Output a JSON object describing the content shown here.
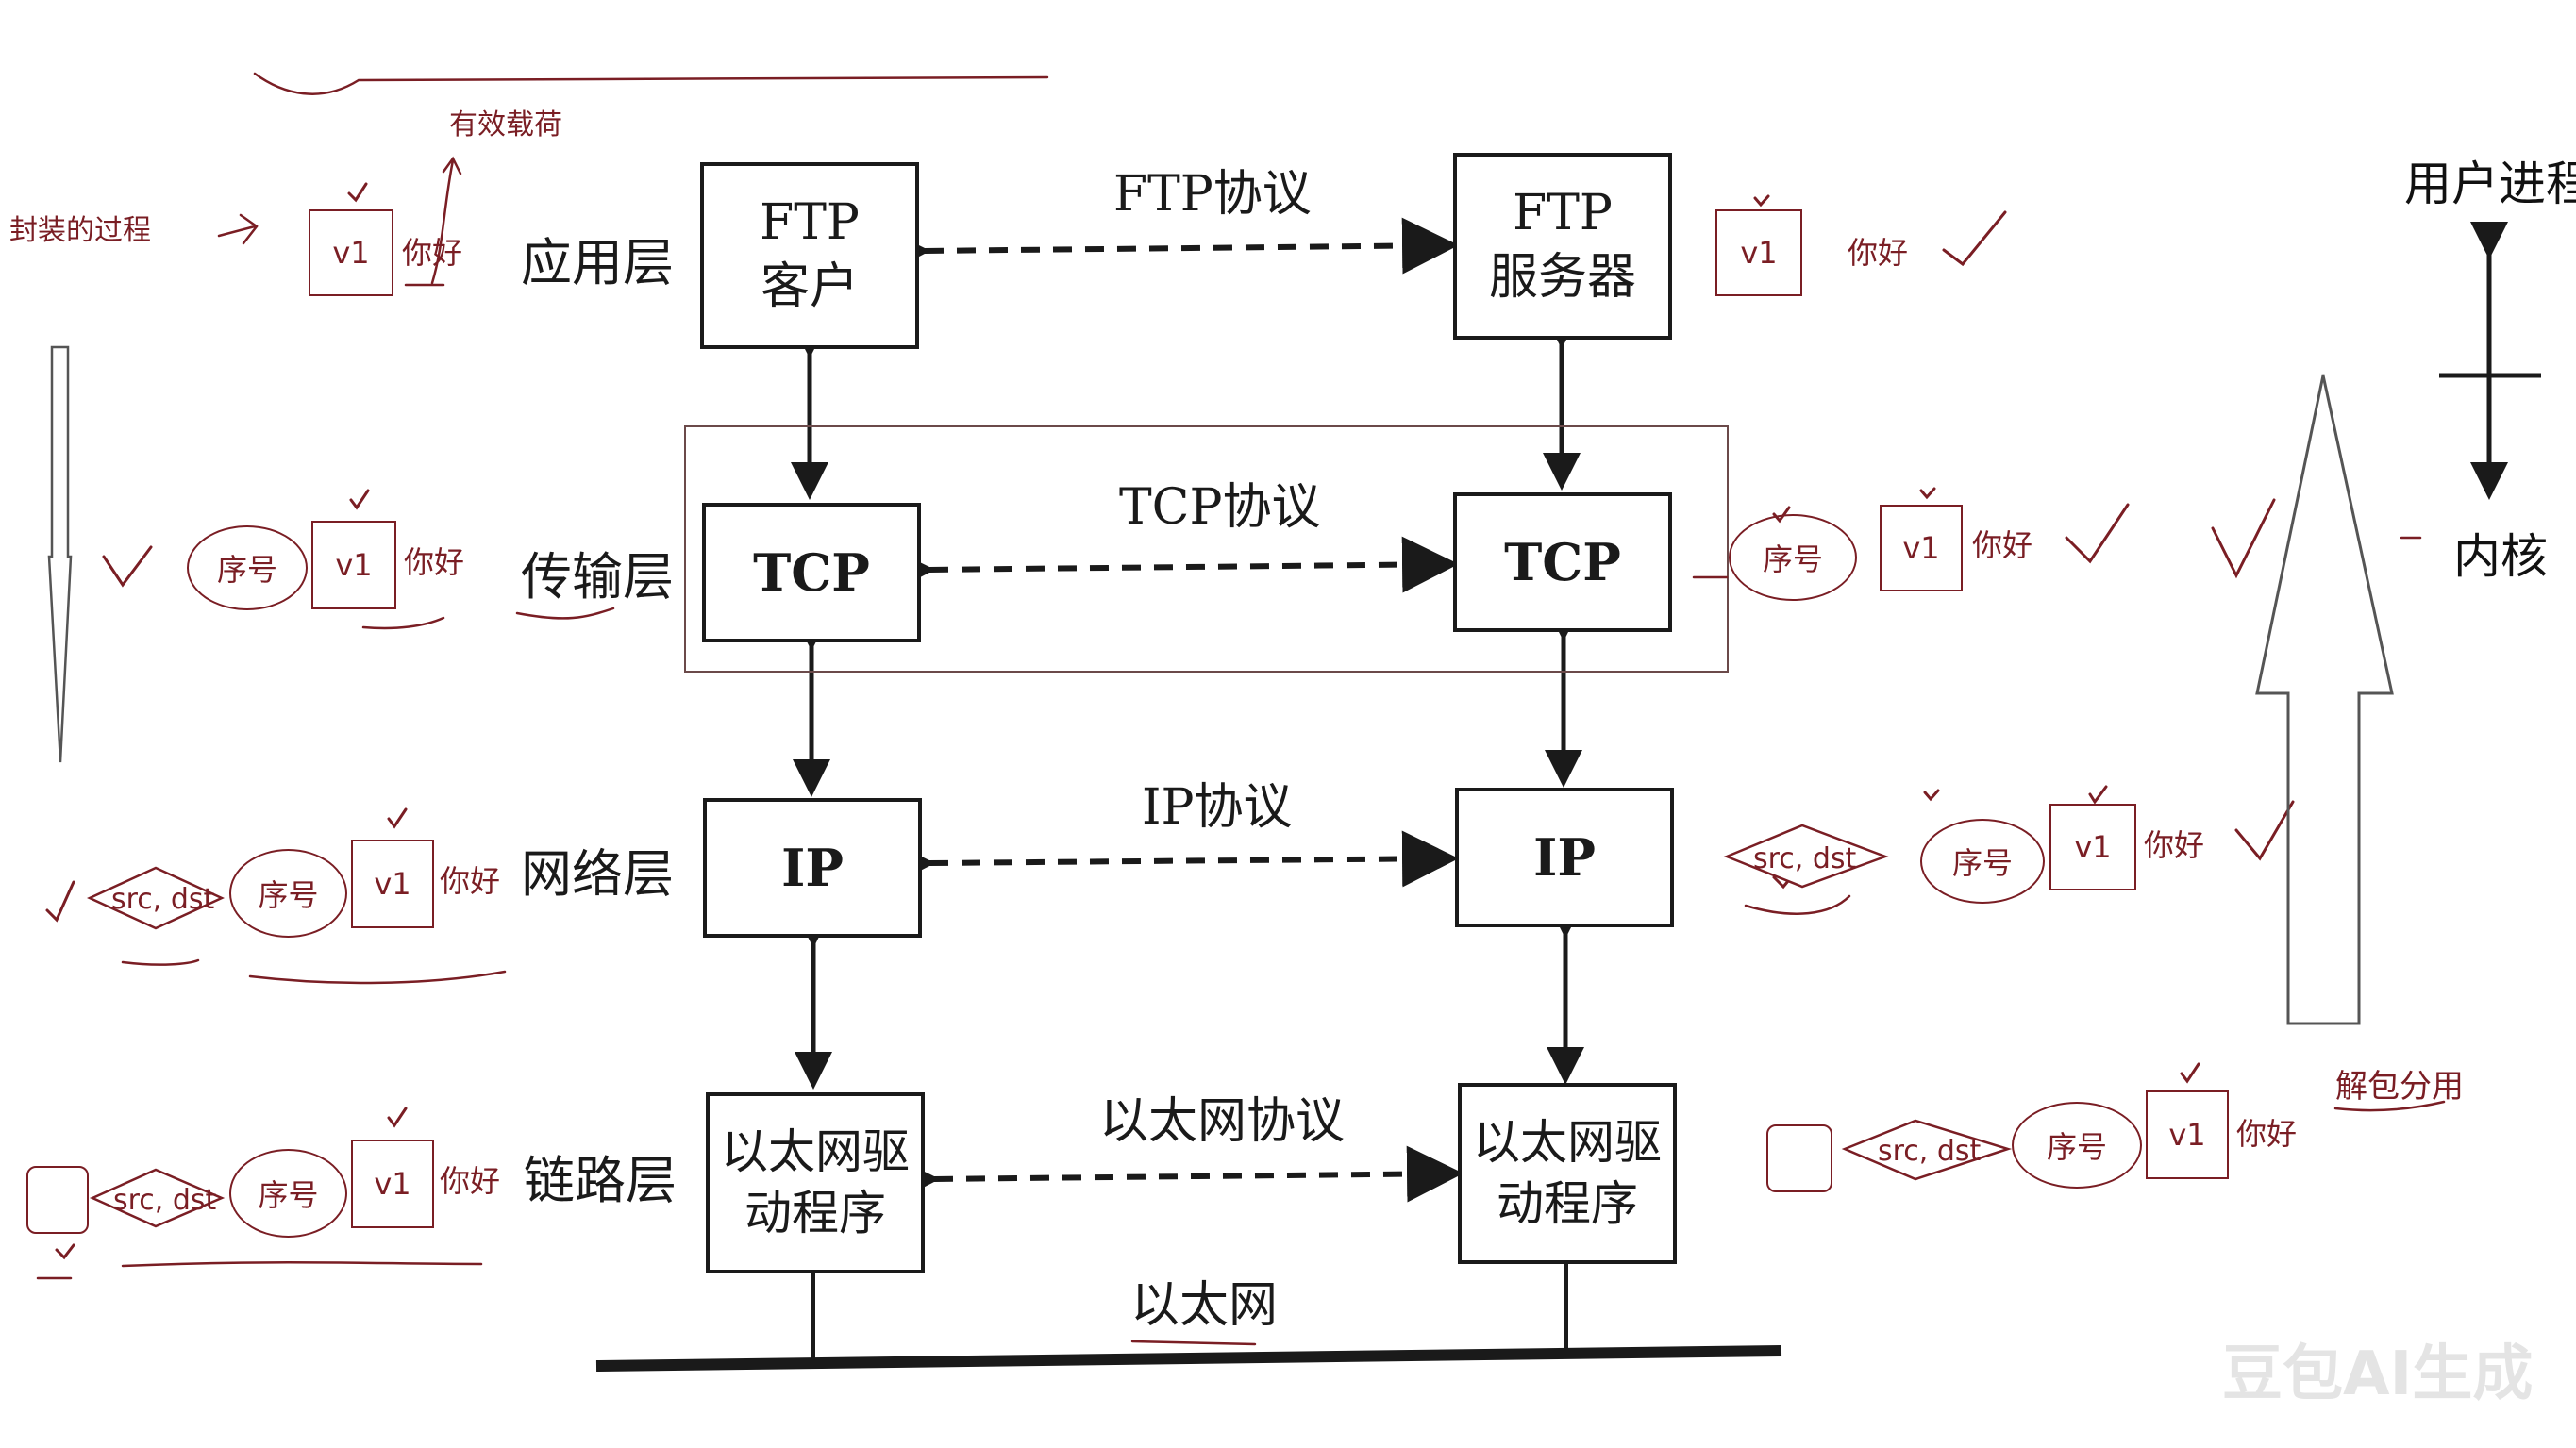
{
  "layers": {
    "application": "应用层",
    "transport": "传输层",
    "network": "网络层",
    "link": "链路层"
  },
  "boxes": {
    "ftp_client": [
      "FTP",
      "客户"
    ],
    "ftp_server": [
      "FTP",
      "服务器"
    ],
    "tcp_left": "TCP",
    "tcp_right": "TCP",
    "ip_left": "IP",
    "ip_right": "IP",
    "eth_left": [
      "以太网驱",
      "动程序"
    ],
    "eth_right": [
      "以太网驱",
      "动程序"
    ]
  },
  "protocols": {
    "ftp": "FTP协议",
    "tcp": "TCP协议",
    "ip": "IP协议",
    "ethernet": "以太网协议",
    "medium": "以太网"
  },
  "annotations": {
    "encapsulation": "封装的过程",
    "payload": "有效载荷",
    "user_process": "用户进程",
    "kernel": "内核",
    "demux": "解包分用",
    "v1": "v1",
    "hello": "你好",
    "seq": "序号",
    "srcdst": "src, dst"
  },
  "watermark": "豆包AI生成",
  "colors": {
    "ink": "#1a1a1a",
    "handwriting": "#7a1e24"
  }
}
